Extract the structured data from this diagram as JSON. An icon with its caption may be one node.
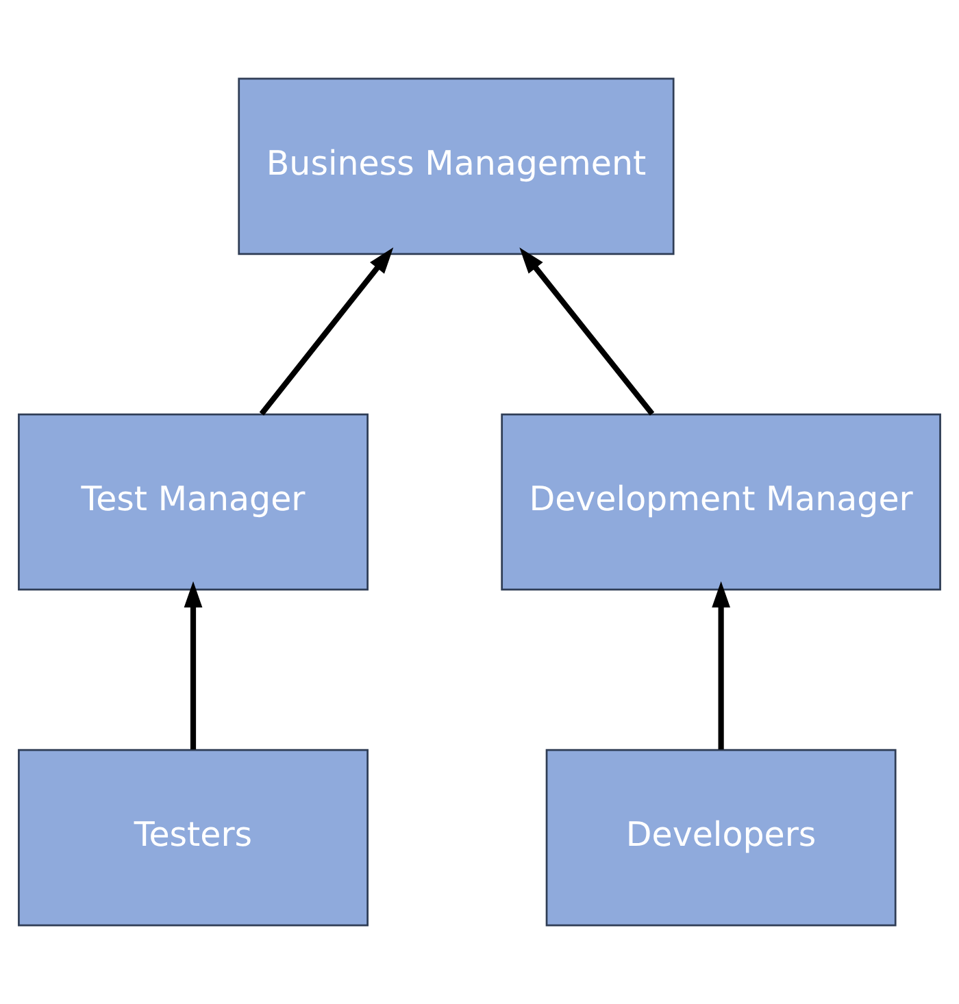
{
  "diagram": {
    "nodes": [
      {
        "text": [
          "Business Management"
        ]
      },
      {
        "text": [
          "Test Manager"
        ]
      },
      {
        "text": [
          "Development Manager"
        ]
      },
      {
        "text": [
          "Testers"
        ]
      },
      {
        "text": [
          "Developers"
        ]
      }
    ],
    "edges": [
      {
        "from": 1,
        "to": 0,
        "arrow": "to"
      },
      {
        "from": 2,
        "to": 0,
        "arrow": "to"
      },
      {
        "from": 3,
        "to": 1,
        "arrow": "to"
      },
      {
        "from": 4,
        "to": 2,
        "arrow": "to"
      }
    ]
  }
}
